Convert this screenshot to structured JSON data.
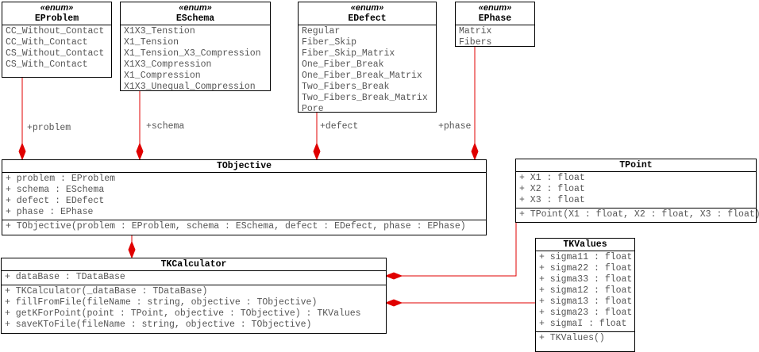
{
  "stereotype": "«enum»",
  "enums": [
    {
      "name": "EProblem",
      "values": [
        "CC_Without_Contact",
        "CC_With_Contact",
        "CS_Without_Contact",
        "CS_With_Contact"
      ]
    },
    {
      "name": "ESchema",
      "values": [
        "X1X3_Tenstion",
        "X1_Tension",
        "X1_Tension_X3_Compression",
        "X1X3_Compression",
        "X1_Compression",
        "X1X3_Unequal_Compression"
      ]
    },
    {
      "name": "EDefect",
      "values": [
        "Regular",
        "Fiber_Skip",
        "Fiber_Skip_Matrix",
        "One_Fiber_Break",
        "One_Fiber_Break_Matrix",
        "Two_Fibers_Break",
        "Two_Fibers_Break_Matrix",
        "Pore"
      ]
    },
    {
      "name": "EPhase",
      "values": [
        "Matrix",
        "Fibers"
      ]
    }
  ],
  "classes": {
    "tobjective": {
      "name": "TObjective",
      "attributes": [
        "+ problem : EProblem",
        "+ schema : ESchema",
        "+ defect : EDefect",
        "+ phase : EPhase"
      ],
      "methods": [
        "+ TObjective(problem : EProblem, schema : ESchema, defect : EDefect, phase : EPhase)"
      ]
    },
    "tpoint": {
      "name": "TPoint",
      "attributes": [
        "+ X1 : float",
        "+ X2 : float",
        "+ X3 : float"
      ],
      "methods": [
        "+ TPoint(X1 : float, X2 : float, X3 : float)"
      ]
    },
    "tkcalculator": {
      "name": "TKCalculator",
      "attributes": [
        "+ dataBase : TDataBase"
      ],
      "methods": [
        "+ TKCalculator(_dataBase : TDataBase)",
        "+ fillFromFile(fileName : string, objective : TObjective)",
        "+ getKForPoint(point : TPoint, objective : TObjective) : TKValues",
        "+ saveKToFile(fileName : string, objective : TObjective)"
      ]
    },
    "tkvalues": {
      "name": "TKValues",
      "attributes": [
        "+ sigma11 : float",
        "+ sigma22 : float",
        "+ sigma33 : float",
        "+ sigma12 : float",
        "+ sigma13 : float",
        "+ sigma23 : float",
        "+ sigmaI : float"
      ],
      "methods": [
        "+ TKValues()"
      ]
    }
  },
  "associations": {
    "problem": "+problem",
    "schema": "+schema",
    "defect": "+defect",
    "phase": "+phase"
  },
  "colors": {
    "association_line": "#e00000",
    "text": "#555555",
    "border": "#000000"
  }
}
